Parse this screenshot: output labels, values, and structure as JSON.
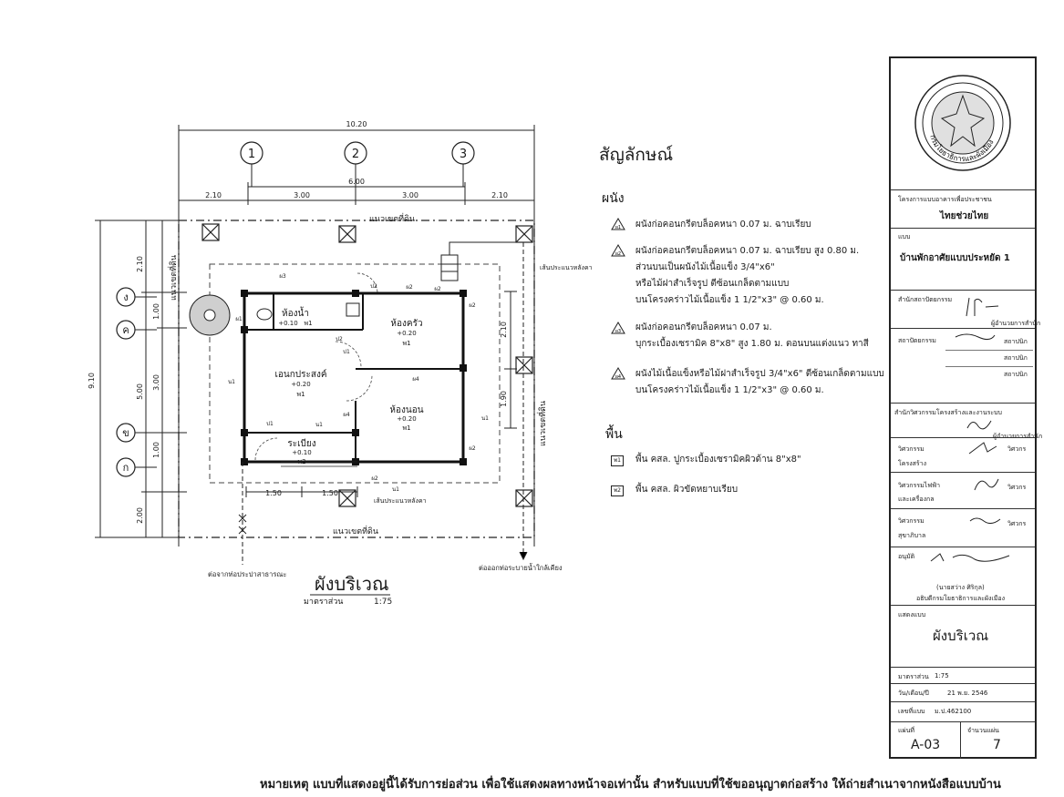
{
  "plan": {
    "overall_width": "10.20",
    "inner_width": "6.00",
    "bays": [
      "2.10",
      "3.00",
      "3.00",
      "2.10"
    ],
    "overall_depth": "9.10",
    "left_dims_outer": [
      "2.10",
      "5.00",
      "2.00"
    ],
    "left_dims_inner": [
      "1.00",
      "3.00",
      "1.00"
    ],
    "right_dims": [
      "2.10",
      "1.90"
    ],
    "bottom_dims": [
      "1.50",
      "1.50"
    ],
    "grid_cols": [
      "1",
      "2",
      "3"
    ],
    "grid_rows": [
      "ง",
      "ค",
      "ข",
      "ก"
    ],
    "boundary_top": "แนวเขตที่ดิน",
    "boundary_bottom": "แนวเขตที่ดิน",
    "boundary_left": "แนวเขตที่ดิน",
    "boundary_right": "แนวเขตที่ดิน",
    "roof_line_top": "เส้นประแนวหลังคา",
    "roof_line_bottom": "เส้นประแนวหลังคา",
    "water_in": "ต่อจากท่อประปาสาธารณะ",
    "water_out": "ต่อออกท่อระบายน้ำใกล้เคียง",
    "rooms": [
      {
        "name": "ห้องน้ำ",
        "level": "+0.10",
        "floor": "พ1"
      },
      {
        "name": "ห้องครัว",
        "level": "+0.20",
        "floor": "พ1"
      },
      {
        "name": "เอนกประสงค์",
        "level": "+0.20",
        "floor": "พ1"
      },
      {
        "name": "ห้องนอน",
        "level": "+0.20",
        "floor": "พ1"
      },
      {
        "name": "ระเบียง",
        "level": "+0.10",
        "floor": "พ2"
      }
    ],
    "wall_tags": [
      "ผ1",
      "ผ2",
      "ผ3",
      "ผ4"
    ],
    "door_tags": [
      "ป1",
      "ป2"
    ],
    "window_tags": [
      "น1"
    ],
    "title": "ผังบริเวณ",
    "scale_label": "มาตราส่วน",
    "scale_value": "1:75"
  },
  "legend": {
    "title": "สัญลักษณ์",
    "walls_head": "ผนัง",
    "walls": [
      {
        "tag": "ผ1",
        "lines": [
          "ผนังก่อคอนกรีตบล็อคหนา 0.07 ม. ฉาบเรียบ"
        ]
      },
      {
        "tag": "ผ2",
        "lines": [
          "ผนังก่อคอนกรีตบล็อคหนา 0.07 ม. ฉาบเรียบ สูง 0.80 ม.",
          "ส่วนบนเป็นผนังไม้เนื้อแข็ง 3/4\"x6\"",
          "หรือไม้ฝาสำเร็จรูป ตีซ้อนเกล็ดตามแบบ",
          "บนโครงคร่าวไม้เนื้อแข็ง 1 1/2\"x3\" @ 0.60 ม."
        ]
      },
      {
        "tag": "ผ3",
        "lines": [
          "ผนังก่อคอนกรีตบล็อคหนา 0.07 ม.",
          "บุกระเบื้องเซรามิค 8\"x8\" สูง 1.80 ม. ตอนบนแต่งแนว ทาสี"
        ]
      },
      {
        "tag": "ผ4",
        "lines": [
          "ผนังไม้เนื้อแข็งหรือไม้ฝาสำเร็จรูป 3/4\"x6\" ตีซ้อนเกล็ดตามแบบ",
          "บนโครงคร่าวไม้เนื้อแข็ง 1 1/2\"x3\" @ 0.60 ม."
        ]
      }
    ],
    "floors_head": "พื้น",
    "floors": [
      {
        "tag": "พ1",
        "text": "พื้น คสล. ปูกระเบื้องเซรามิคผิวด้าน 8\"x8\""
      },
      {
        "tag": "พ2",
        "text": "พื้น คสล. ผิวขัดหยาบเรียบ"
      }
    ]
  },
  "title_block": {
    "seal_text": "กรมโยธาธิการและผังเมือง",
    "project_label": "โครงการแบบอาคารเพื่อประชาชน",
    "project_name": "ไทยช่วยไทย",
    "design_label": "แบบ",
    "design_name": "บ้านพักอาศัยแบบประหยัด 1",
    "arch_office": "สำนักสถาปัตยกรรม",
    "director_label": "ผู้อำนวยการสำนัก",
    "architect": "สถาปัตยกรรม",
    "roles": [
      "สถาปนิก",
      "สถาปนิก",
      "สถาปนิก"
    ],
    "eng_office": "สำนักวิศวกรรมโครงสร้างและงานระบบ",
    "director_label2": "ผู้อำนวยการสำนัก",
    "structural": [
      "วิศวกรรม",
      "โครงสร้าง"
    ],
    "electrical": [
      "วิศวกรรมไฟฟ้า",
      "และเครื่องกล"
    ],
    "sanitary": [
      "วิศวกรรม",
      "สุขาภิบาล"
    ],
    "engineer": "วิศวกร",
    "approve": "อนุมัติ",
    "approver_name": "(นายสว่าง ศิริกุล)",
    "approver_title": "อธิบดีกรมโยธาธิการและผังเมือง",
    "show_label": "แสดงแบบ",
    "sheet_title": "ผังบริเวณ",
    "scale_label": "มาตราส่วน",
    "scale_value": "1:75",
    "date_label": "วัน/เดือน/ปี",
    "date_value": "21 พ.ย. 2546",
    "drawing_no_label": "เลขที่แบบ",
    "drawing_no": "ม.ป.462100",
    "sheet_no_label": "แผ่นที่",
    "sheet_no": "A-03",
    "total_label": "จำนวนแผ่น",
    "total": "7"
  },
  "footnote": "หมายเหตุ แบบที่แสดงอยู่นี้ได้รับการย่อส่วน เพื่อใช้แสดงผลทางหน้าจอเท่านั้น สำหรับแบบที่ใช้ขออนุญาตก่อสร้าง ให้ถ่ายสำเนาจากหนังสือแบบบ้าน"
}
